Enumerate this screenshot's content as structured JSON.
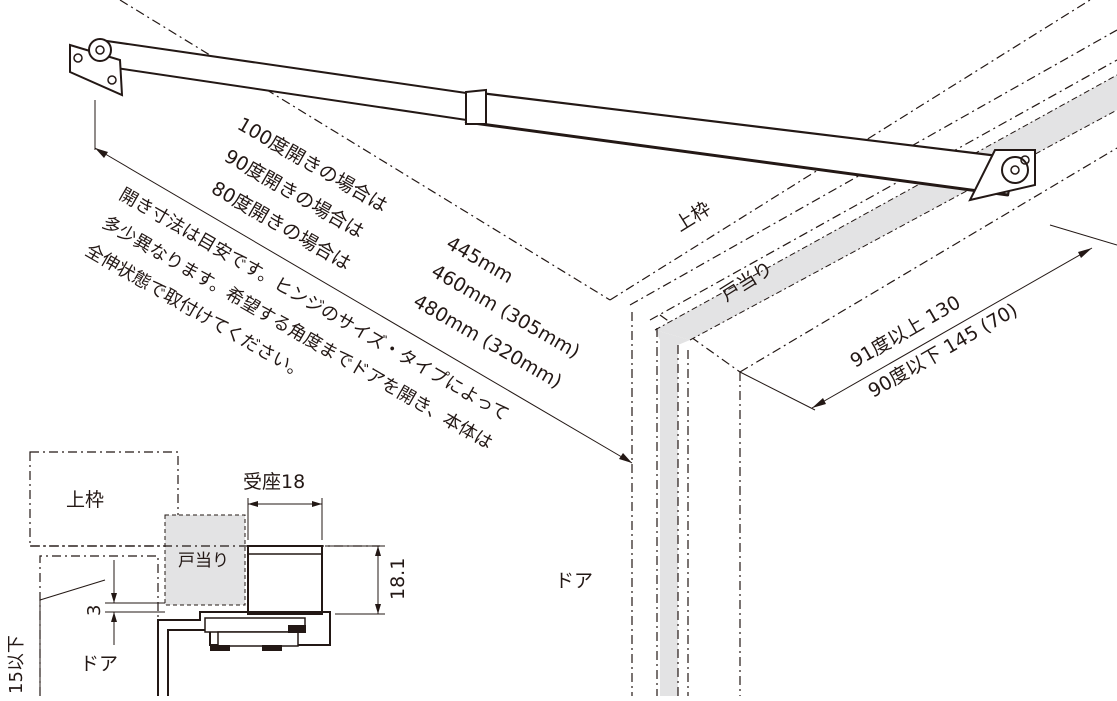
{
  "labels": {
    "frame_top": "上枠",
    "stop": "戸当り",
    "door": "ドア"
  },
  "open_dimensions": {
    "line_100": "100度開きの場合は",
    "line_90": "90度開きの場合は",
    "line_80": "80度開きの場合は",
    "value_100": "445mm",
    "value_90": "460mm (305mm)",
    "value_80": "480mm (320mm)"
  },
  "note": {
    "line1": "開き寸法は目安です。ヒンジのサイズ・タイプによって",
    "line2": "多少異なります。希望する角度までドアを開き、本体は",
    "line3": "全伸状態で取付けてください。"
  },
  "side_dimension": {
    "line1": "91度以上 130",
    "line2": "90度以下 145 (70)"
  },
  "detail": {
    "frame_top": "上枠",
    "stop": "戸当り",
    "door": "ドア",
    "seat_label": "受座18",
    "height_value": "18.1",
    "gap_value": "3",
    "edge_value": "15以下"
  },
  "colors": {
    "line": "#231815",
    "stop_fill": "#e3e3e4",
    "arm_fill": "#ffffff"
  }
}
